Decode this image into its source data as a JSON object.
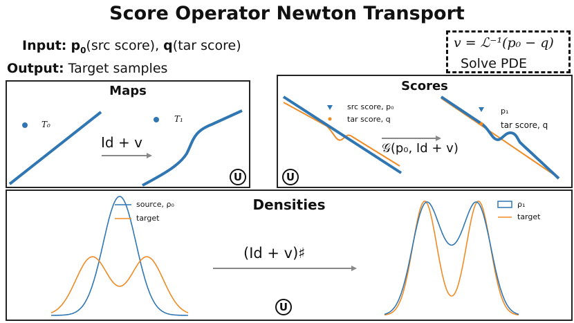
{
  "title": "Score Operator Newton Transport",
  "input": {
    "label": "Input:",
    "p": "p",
    "p_sub": "0",
    "p_desc": "(src score),",
    "q": "q",
    "q_desc": "(tar score)"
  },
  "output": {
    "label": "Output:",
    "text": "Target samples"
  },
  "equation": {
    "formula": "v = ℒ⁻¹(p₀ − q)",
    "caption": "Solve PDE"
  },
  "maps": {
    "title": "Maps",
    "legend_t0": "T₀",
    "legend_t1": "T₁",
    "arrow_label": "Id + v",
    "badge": "U"
  },
  "scores": {
    "title": "Scores",
    "legend_src": "src score, p₀",
    "legend_tar": "tar score, q",
    "legend_p1": "p₁",
    "legend_tar2": "tar score, q",
    "arrow_label": "𝒢(p₀, Id + v)",
    "badge": "U"
  },
  "densities": {
    "title": "Densities",
    "legend_source": "source, ρ₀",
    "legend_target": "target",
    "legend_rho1": "ρ₁",
    "legend_target2": "target",
    "arrow_label": "(Id + v)♯",
    "badge": "U"
  },
  "colors": {
    "blue": "#2f76b3",
    "orange": "#f08a24"
  }
}
